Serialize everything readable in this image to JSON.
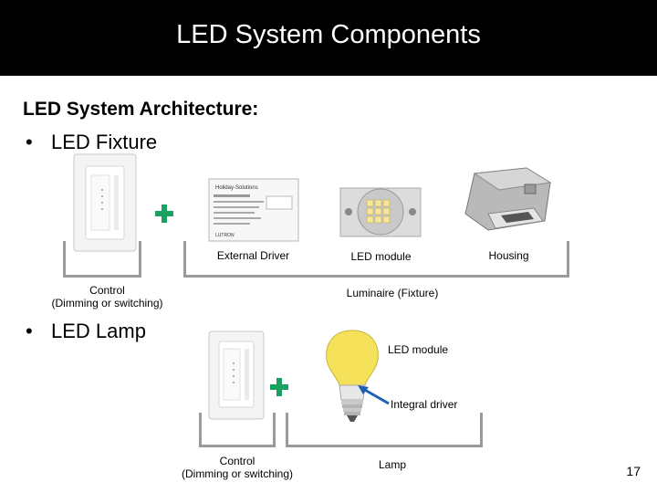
{
  "header": {
    "title": "LED System Components"
  },
  "section": {
    "heading": "LED System Architecture:"
  },
  "fixture": {
    "bullet": "•",
    "label": "LED Fixture",
    "external_driver": "External Driver",
    "led_module": "LED module",
    "housing": "Housing",
    "control_line1": "Control",
    "control_line2": "(Dimming or switching)",
    "luminaire": "Luminaire (Fixture)",
    "driver_brand": "Holiday-Solutions",
    "driver_maker": "LUTRON"
  },
  "lamp": {
    "bullet": "•",
    "label": "LED Lamp",
    "led_module": "LED module",
    "integral_driver": "Integral driver",
    "control_line1": "Control",
    "control_line2": "(Dimming or switching)",
    "lamp_caption": "Lamp"
  },
  "footer": {
    "slide_number": "17"
  },
  "colors": {
    "title_bg": "#000000",
    "plus": "#1aa060",
    "bracket": "#9a9a9a",
    "arrow": "#1f5fb5"
  },
  "icons": [
    "dimmer-switch",
    "plus-icon",
    "led-driver-box",
    "led-module-board",
    "recessed-housing",
    "led-bulb",
    "arrow-icon"
  ]
}
